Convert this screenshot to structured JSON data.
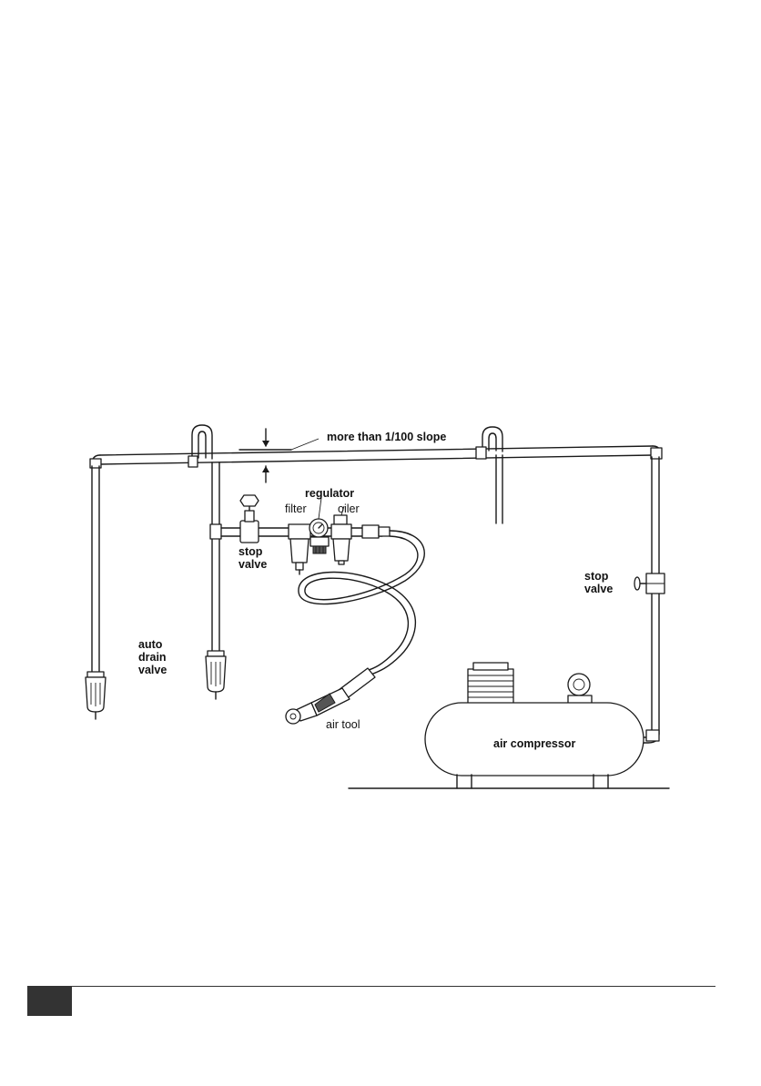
{
  "labels": {
    "slope": "more than 1/100 slope",
    "regulator": "regulator",
    "filter": "filter",
    "oiler": "oiler",
    "stop_valve_left_1": "stop",
    "stop_valve_left_2": "valve",
    "stop_valve_right_1": "stop",
    "stop_valve_right_2": "valve",
    "auto_drain_1": "auto",
    "auto_drain_2": "drain",
    "auto_drain_3": "valve",
    "air_tool": "air tool",
    "air_compressor": "air compressor"
  },
  "footer": {
    "page_box_color": "#333333"
  }
}
